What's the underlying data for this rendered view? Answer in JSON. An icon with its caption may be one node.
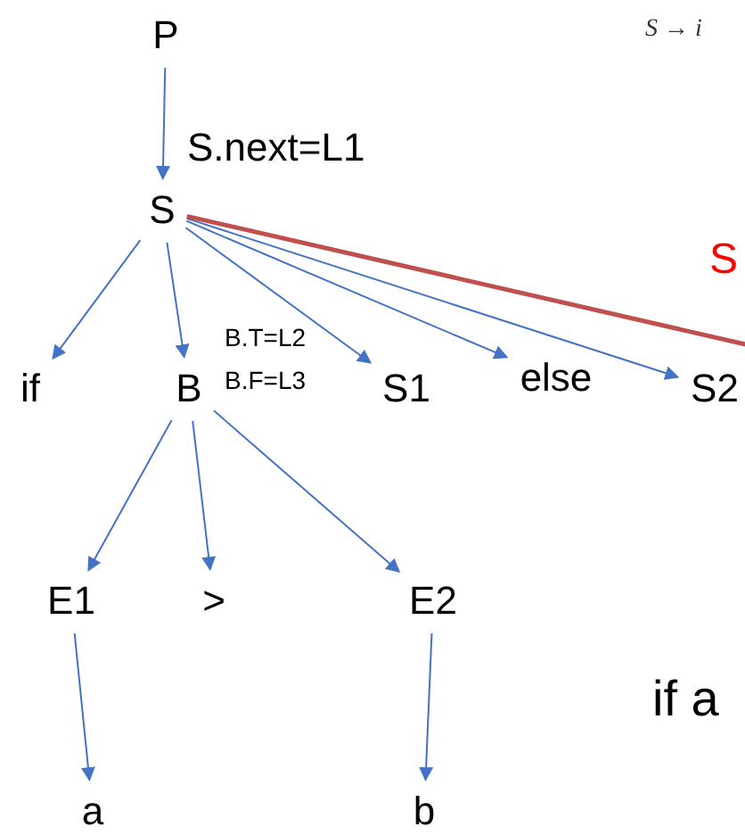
{
  "diagram": {
    "nodes": [
      {
        "text": [
          "P"
        ]
      },
      {
        "text": [
          "S"
        ],
        "beside": [
          "S.next=L1"
        ]
      },
      {
        "text": [
          "if"
        ]
      },
      {
        "text": [
          "B"
        ],
        "beside": [
          "B.T=L2",
          "B.F=L3"
        ]
      },
      {
        "text": [
          "S1"
        ]
      },
      {
        "text": [
          "else"
        ]
      },
      {
        "text": [
          "S2"
        ]
      },
      {
        "text": [
          "E1"
        ]
      },
      {
        "text": [
          ">"
        ]
      },
      {
        "text": [
          "E2"
        ]
      },
      {
        "text": [
          "a"
        ]
      },
      {
        "text": [
          "b"
        ]
      }
    ],
    "edges": [
      {
        "from": 0,
        "to": 1,
        "arrow": "to"
      },
      {
        "from": 1,
        "to": 2,
        "arrow": "to"
      },
      {
        "from": 1,
        "to": 3,
        "arrow": "to"
      },
      {
        "from": 1,
        "to": 4,
        "arrow": "to"
      },
      {
        "from": 1,
        "to": 5,
        "arrow": "to"
      },
      {
        "from": 1,
        "to": 6,
        "arrow": "to"
      },
      {
        "from": 1,
        "to": null,
        "arrow": "none",
        "style": "thick",
        "color": "#c0504d"
      },
      {
        "from": 3,
        "to": 7,
        "arrow": "to"
      },
      {
        "from": 3,
        "to": 8,
        "arrow": "to"
      },
      {
        "from": 3,
        "to": 9,
        "arrow": "to"
      },
      {
        "from": 7,
        "to": 10,
        "arrow": "to"
      },
      {
        "from": 9,
        "to": 11,
        "arrow": "to"
      }
    ],
    "labels": [
      "S → i",
      "S",
      "if a"
    ]
  }
}
